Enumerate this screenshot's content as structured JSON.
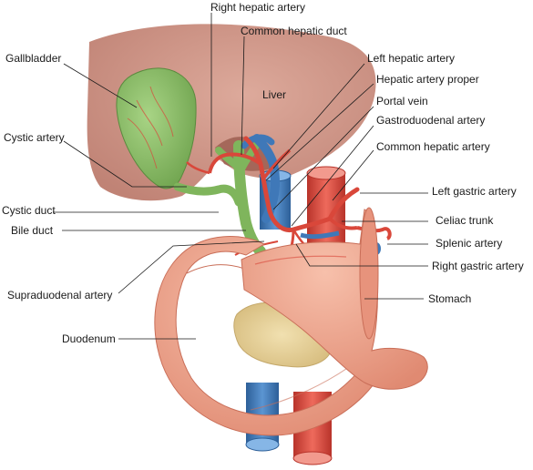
{
  "labels": {
    "right_hepatic_artery": "Right hepatic artery",
    "common_hepatic_duct": "Common hepatic duct",
    "gallbladder": "Gallbladder",
    "left_hepatic_artery": "Left hepatic artery",
    "hepatic_artery_proper": "Hepatic artery proper",
    "liver": "Liver",
    "portal_vein": "Portal vein",
    "gastroduodenal_artery": "Gastroduodenal artery",
    "cystic_artery": "Cystic artery",
    "common_hepatic_artery": "Common hepatic artery",
    "left_gastric_artery": "Left gastric artery",
    "cystic_duct": "Cystic duct",
    "celiac_trunk": "Celiac trunk",
    "bile_duct": "Bile duct",
    "splenic_artery": "Splenic artery",
    "right_gastric_artery": "Right gastric artery",
    "supraduodenal_artery": "Supraduodenal artery",
    "stomach": "Stomach",
    "duodenum": "Duodenum"
  },
  "colors": {
    "liver": "#c98a7c",
    "gallbladder": "#8fbf6a",
    "duct": "#7fb55c",
    "artery": "#d9473a",
    "vein": "#3f78b8",
    "intestine": "#f0a58e",
    "pancreas": "#e8d29a",
    "leader": "#1a1a1a"
  }
}
